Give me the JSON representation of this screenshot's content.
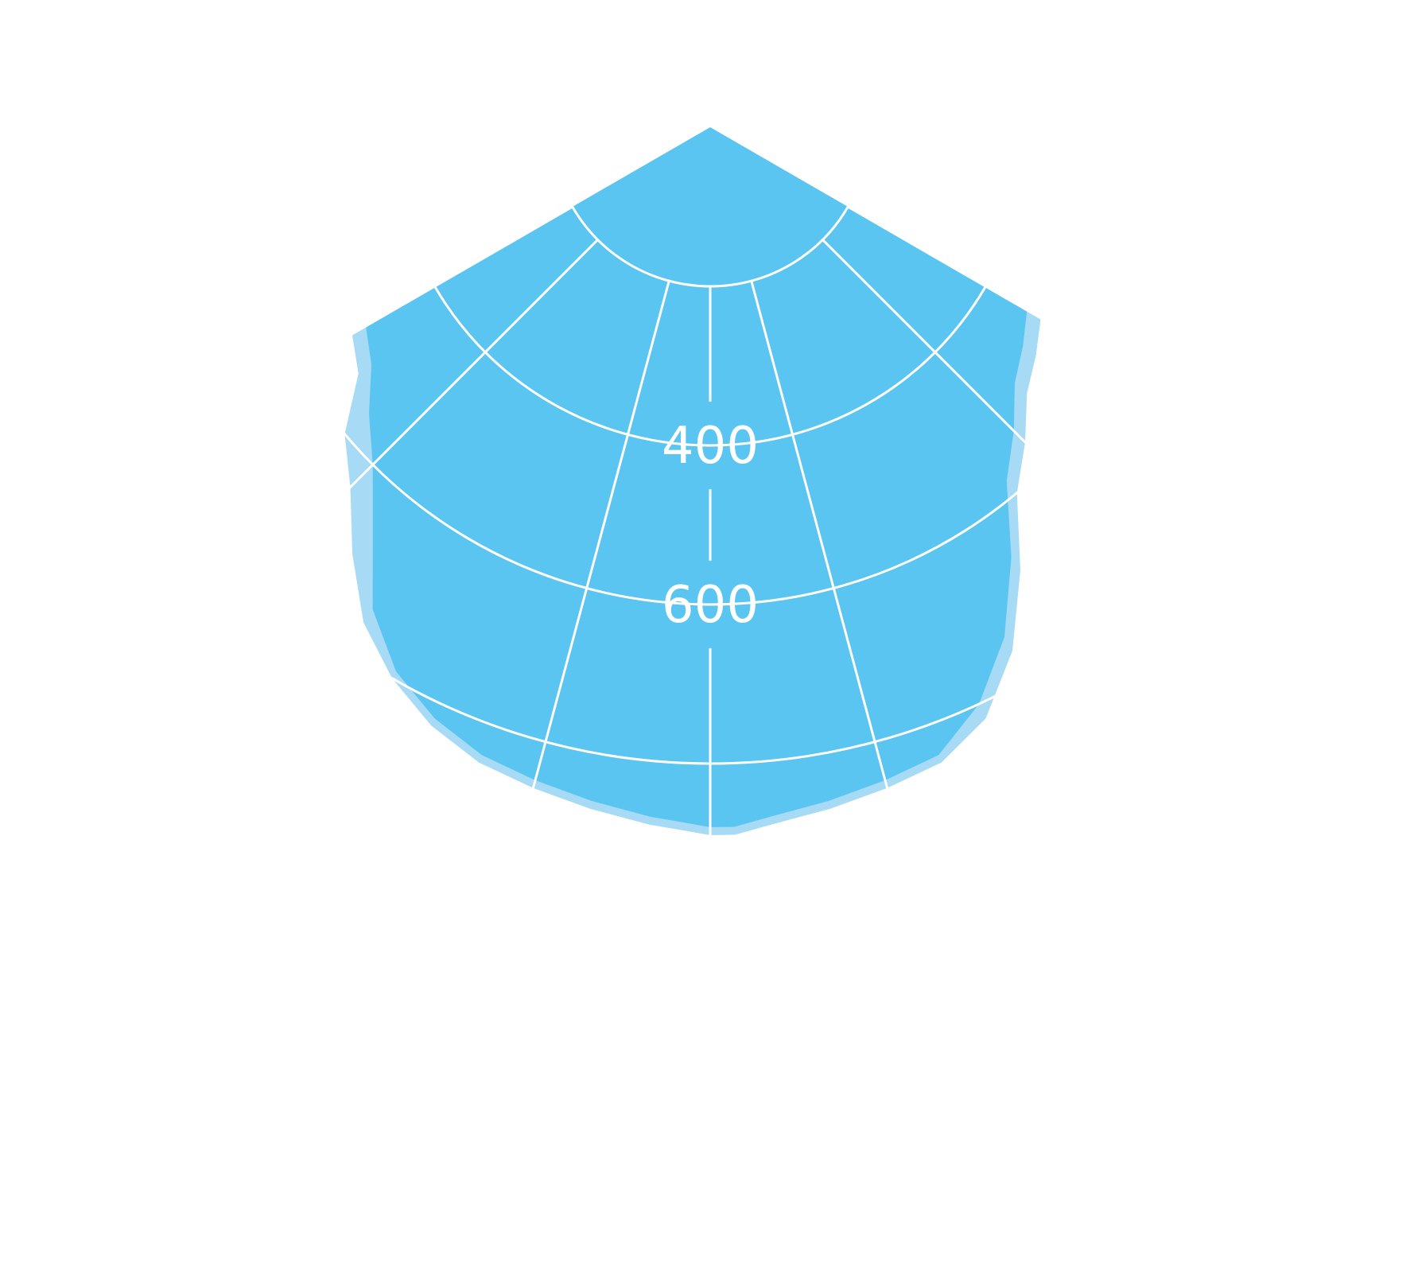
{
  "chart_data": {
    "type": "polar-area",
    "angular_sector_deg": [
      -60,
      60
    ],
    "radial_range": [
      0,
      900
    ],
    "radial_grid": [
      200,
      400,
      600,
      800
    ],
    "radial_tick_labels": [
      {
        "value": 400,
        "label": "400"
      },
      {
        "value": 600,
        "label": "600"
      }
    ],
    "angular_grid_deg": [
      -60,
      -45,
      -15,
      0,
      15,
      45,
      60
    ],
    "grid": true,
    "series": [
      {
        "angles_deg": [
          -60,
          -55,
          -50,
          -45,
          -40,
          -35,
          -30,
          -25,
          -20,
          -15,
          -10,
          -5,
          -2,
          0,
          2,
          5,
          10,
          15,
          20,
          25,
          30,
          35,
          40,
          45,
          50,
          55,
          60
        ],
        "values": [
          520,
          540,
          600,
          640,
          700,
          760,
          800,
          830,
          850,
          860,
          870,
          880,
          885,
          890,
          890,
          880,
          870,
          860,
          850,
          820,
          760,
          680,
          600,
          560,
          520,
          500,
          480
        ]
      },
      {
        "angles_deg": [
          -60,
          -55,
          -50,
          -45,
          -40,
          -35,
          -30,
          -25,
          -20,
          -15,
          -10,
          -5,
          -2,
          0,
          2,
          5,
          10,
          15,
          20,
          25,
          30,
          35,
          40,
          45,
          50,
          55,
          60
        ],
        "values": [
          500,
          520,
          560,
          600,
          660,
          740,
          790,
          820,
          840,
          850,
          860,
          870,
          875,
          880,
          880,
          870,
          860,
          850,
          840,
          800,
          740,
          660,
          580,
          540,
          500,
          480,
          460
        ]
      }
    ],
    "colors": {
      "outer": "#a6daf5",
      "inner": "#5bc5f1",
      "grid": "#ffffff"
    }
  }
}
